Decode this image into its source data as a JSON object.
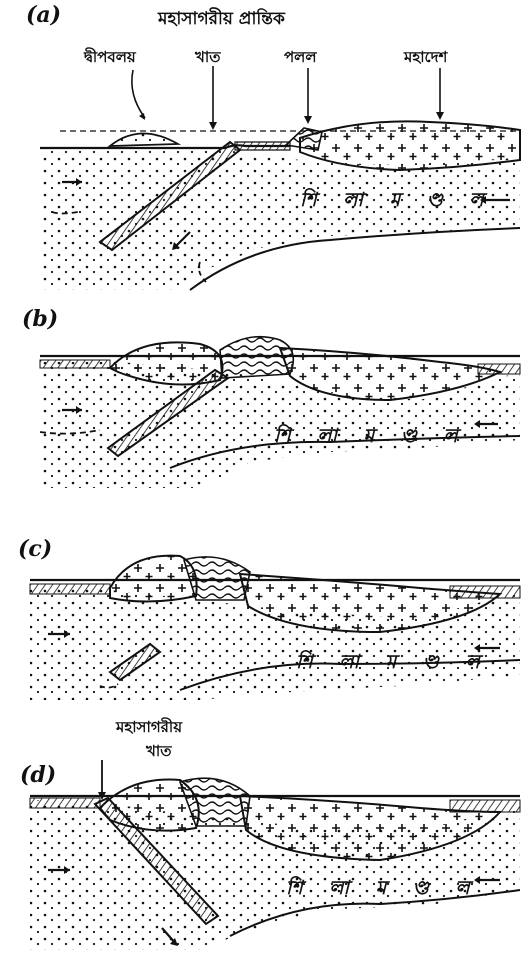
{
  "panels": [
    {
      "label": "(a)",
      "title": "মহাসাগরীয় প্রান্তিক",
      "island_arc": "দ্বীপবলয়",
      "trench": "খাত",
      "sediment": "পলল",
      "continent": "মহাদেশ",
      "lithosphere": "শি লা ম ণ্ড ল"
    },
    {
      "label": "(b)",
      "lithosphere": "শি লা ম ণ্ড ল"
    },
    {
      "label": "(c)",
      "lithosphere": "শি লা ম ণ্ড ল"
    },
    {
      "label": "(d)",
      "oceanic_trench_line1": "মহাসাগরীয়",
      "oceanic_trench_line2": "খাত",
      "lithosphere": "শি লা ম ণ্ড ল"
    }
  ]
}
